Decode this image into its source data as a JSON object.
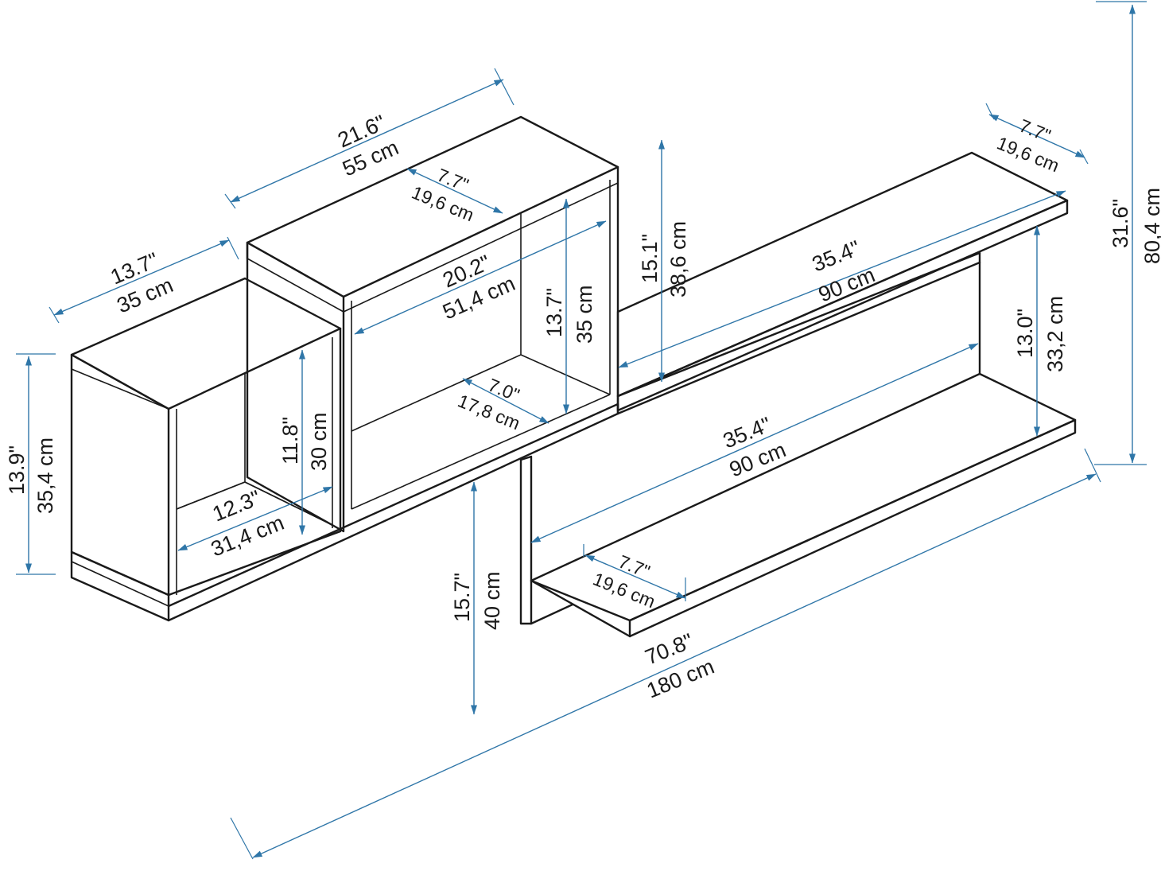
{
  "diagram": {
    "accent_color": "#2f76a8",
    "line_color": "#1a1a1a",
    "dimensions": {
      "total_width": {
        "in": "70.8\"",
        "cm": "180 cm"
      },
      "total_height": {
        "in": "31.6\"",
        "cm": "80,4 cm"
      },
      "top_box_width": {
        "in": "21.6\"",
        "cm": "55 cm"
      },
      "top_box_inner_width": {
        "in": "20.2\"",
        "cm": "51,4 cm"
      },
      "top_box_depth": {
        "in": "7.7\"",
        "cm": "19,6 cm"
      },
      "top_box_inner_height": {
        "in": "13.7\"",
        "cm": "35 cm"
      },
      "top_box_inner_depth": {
        "in": "7.0\"",
        "cm": "17,8 cm"
      },
      "left_box_width": {
        "in": "13.7\"",
        "cm": "35 cm"
      },
      "left_box_height": {
        "in": "13.9\"",
        "cm": "35,4 cm"
      },
      "left_box_inner_height": {
        "in": "11.8\"",
        "cm": "30 cm"
      },
      "left_box_inner_width": {
        "in": "12.3\"",
        "cm": "31,4 cm"
      },
      "upper_gap_height": {
        "in": "15.1\"",
        "cm": "38,6 cm"
      },
      "upper_shelf_length": {
        "in": "35.4\"",
        "cm": "90 cm"
      },
      "upper_shelf_depth": {
        "in": "7.7\"",
        "cm": "19,6 cm"
      },
      "lower_gap_height": {
        "in": "13.0\"",
        "cm": "33,2 cm"
      },
      "lower_shelf_length": {
        "in": "35.4\"",
        "cm": "90 cm"
      },
      "lower_shelf_depth": {
        "in": "7.7\"",
        "cm": "19,6 cm"
      },
      "bottom_drop_height": {
        "in": "15.7\"",
        "cm": "40 cm"
      }
    }
  }
}
